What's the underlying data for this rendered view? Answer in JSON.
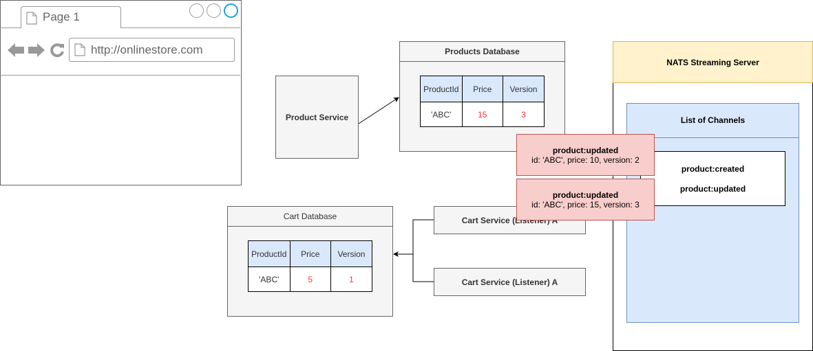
{
  "browser": {
    "tab_label": "Page 1",
    "url": "http://onlinestore.com",
    "icons": [
      "page-icon",
      "back-arrow-icon",
      "forward-arrow-icon",
      "refresh-icon",
      "window-buttons"
    ]
  },
  "product_service": {
    "label": "Product Service"
  },
  "products_db": {
    "title": "Products Database",
    "columns": [
      "ProductId",
      "Price",
      "Version"
    ],
    "row": [
      "'ABC'",
      "15",
      "3"
    ]
  },
  "cart_db": {
    "title": "Cart Database",
    "columns": [
      "ProductId",
      "Price",
      "Version"
    ],
    "row": [
      "'ABC'",
      "5",
      "1"
    ]
  },
  "listeners": {
    "listener_1": "Cart Service (Listener) A",
    "listener_2": "Cart Service (Listener) A"
  },
  "nats": {
    "title": "NATS Streaming Server",
    "channels_title": "List of Channels",
    "channels": [
      "product:created",
      "product:updated"
    ]
  },
  "events": [
    {
      "title": "product:updated",
      "body": "id: 'ABC', price: 10, version: 2"
    },
    {
      "title": "product:updated",
      "body": "id: 'ABC', price: 15, version: 3"
    }
  ],
  "colors": {
    "nats_header_fill": "#fff2cc",
    "channels_fill": "#dae8fc",
    "event_fill": "#f8cecc",
    "value_red": "#ff3333",
    "window_active": "#1ba1e2"
  }
}
